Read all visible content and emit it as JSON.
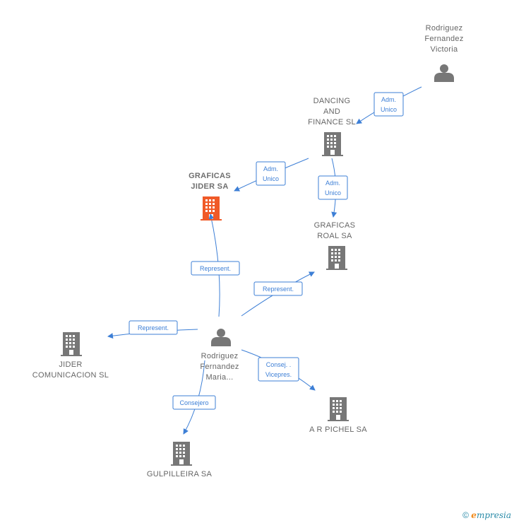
{
  "nodes": {
    "rodriguez_victoria": {
      "label_lines": [
        "Rodriguez",
        "Fernandez",
        "Victoria"
      ],
      "type": "person"
    },
    "dancing": {
      "label_lines": [
        "DANCING",
        "AND",
        "FINANCE SL"
      ],
      "type": "company"
    },
    "graficas_jider": {
      "label_lines": [
        "GRAFICAS",
        "JIDER SA"
      ],
      "type": "company-main"
    },
    "graficas_roal": {
      "label_lines": [
        "GRAFICAS",
        "ROAL SA"
      ],
      "type": "company"
    },
    "rodriguez_maria": {
      "label_lines": [
        "Rodriguez",
        "Fernandez",
        "Maria..."
      ],
      "type": "person"
    },
    "jider_com": {
      "label_lines": [
        "JIDER",
        "COMUNICACION SL"
      ],
      "type": "company"
    },
    "ar_pichel": {
      "label_lines": [
        "A R PICHEL SA"
      ],
      "type": "company"
    },
    "gulpilleira": {
      "label_lines": [
        "GULPILLEIRA SA"
      ],
      "type": "company"
    }
  },
  "edges": {
    "e1": {
      "label_lines": [
        "Adm.",
        "Unico"
      ]
    },
    "e2": {
      "label_lines": [
        "Adm.",
        "Unico"
      ]
    },
    "e3": {
      "label_lines": [
        "Adm.",
        "Unico"
      ]
    },
    "e4": {
      "label_lines": [
        "Represent."
      ]
    },
    "e5": {
      "label_lines": [
        "Represent."
      ]
    },
    "e6": {
      "label_lines": [
        "Represent."
      ]
    },
    "e7": {
      "label_lines": [
        "Consej. .",
        "Vicepres."
      ]
    },
    "e8": {
      "label_lines": [
        "Consejero"
      ]
    }
  },
  "colors": {
    "edge": "#3d7fd6",
    "icon": "#777777",
    "main_icon": "#f05a28"
  },
  "footer": {
    "copyright": "©",
    "brand_e": "e",
    "brand_rest": "mpresia"
  }
}
